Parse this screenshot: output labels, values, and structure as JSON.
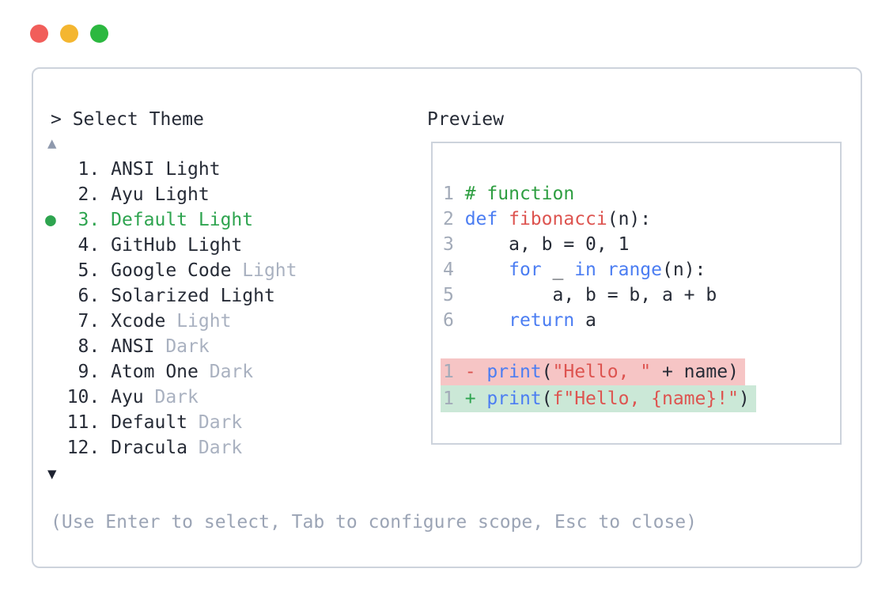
{
  "window": {
    "title": "> Select Theme",
    "preview_label": "Preview",
    "scroll_up_icon": "▲",
    "scroll_down_icon": "▼",
    "footer_hint": "(Use Enter to select, Tab to configure scope, Esc to close)"
  },
  "traffic_lights": {
    "close": "#f15e5a",
    "minimize": "#f4b630",
    "zoom": "#2cb840"
  },
  "colors": {
    "text_main": "#262b36",
    "text_gray": "#a9b1c0",
    "selected_green": "#2ea44f",
    "keyword_blue": "#4b7df2",
    "string_red": "#dd5450",
    "comment_green": "#2e9e41",
    "diff_removed_bg": "#f6c5c5",
    "diff_added_bg": "#cbe8d7",
    "border": "#cdd3dc"
  },
  "theme_list": {
    "selected_number": "3.",
    "selected_marker": "●",
    "items": [
      {
        "number": "1.",
        "name": "ANSI Light",
        "suffix": "",
        "selected": false
      },
      {
        "number": "2.",
        "name": "Ayu Light",
        "suffix": "",
        "selected": false
      },
      {
        "number": "3.",
        "name": "Default Light",
        "suffix": "",
        "selected": true
      },
      {
        "number": "4.",
        "name": "GitHub Light",
        "suffix": "",
        "selected": false
      },
      {
        "number": "5.",
        "name": "Google Code",
        "suffix": "Light",
        "selected": false
      },
      {
        "number": "6.",
        "name": "Solarized Light",
        "suffix": "",
        "selected": false
      },
      {
        "number": "7.",
        "name": "Xcode",
        "suffix": "Light",
        "selected": false
      },
      {
        "number": "8.",
        "name": "ANSI",
        "suffix": "Dark",
        "selected": false
      },
      {
        "number": "9.",
        "name": "Atom One",
        "suffix": "Dark",
        "selected": false
      },
      {
        "number": "10.",
        "name": "Ayu",
        "suffix": "Dark",
        "selected": false
      },
      {
        "number": "11.",
        "name": "Default",
        "suffix": "Dark",
        "selected": false
      },
      {
        "number": "12.",
        "name": "Dracula",
        "suffix": "Dark",
        "selected": false
      }
    ]
  },
  "preview": {
    "code_lines": [
      {
        "num": "1",
        "tokens": [
          {
            "t": "# function",
            "c": "comment"
          }
        ]
      },
      {
        "num": "2",
        "tokens": [
          {
            "t": "def",
            "c": "keyword"
          },
          {
            "t": " ",
            "c": "plain"
          },
          {
            "t": "fibonacci",
            "c": "func"
          },
          {
            "t": "(n):",
            "c": "plain"
          }
        ]
      },
      {
        "num": "3",
        "tokens": [
          {
            "t": "    a, b = 0, 1",
            "c": "plain"
          }
        ]
      },
      {
        "num": "4",
        "tokens": [
          {
            "t": "    ",
            "c": "plain"
          },
          {
            "t": "for",
            "c": "keyword"
          },
          {
            "t": " _ ",
            "c": "plain"
          },
          {
            "t": "in",
            "c": "keyword"
          },
          {
            "t": " ",
            "c": "plain"
          },
          {
            "t": "range",
            "c": "keyword"
          },
          {
            "t": "(n):",
            "c": "plain"
          }
        ]
      },
      {
        "num": "5",
        "tokens": [
          {
            "t": "        a, b = b, a + b",
            "c": "plain"
          }
        ]
      },
      {
        "num": "6",
        "tokens": [
          {
            "t": "    ",
            "c": "plain"
          },
          {
            "t": "return",
            "c": "keyword"
          },
          {
            "t": " a",
            "c": "plain"
          }
        ]
      }
    ],
    "diff_lines": [
      {
        "num": "1",
        "sign": "-",
        "bg": "removed",
        "tokens": [
          {
            "t": "print",
            "c": "keyword"
          },
          {
            "t": "(",
            "c": "plain"
          },
          {
            "t": "\"Hello, \"",
            "c": "string"
          },
          {
            "t": " + name)",
            "c": "plain"
          }
        ]
      },
      {
        "num": "1",
        "sign": "+",
        "bg": "added",
        "tokens": [
          {
            "t": "print",
            "c": "keyword"
          },
          {
            "t": "(",
            "c": "plain"
          },
          {
            "t": "f\"Hello, {name}!\"",
            "c": "string"
          },
          {
            "t": ")",
            "c": "plain"
          }
        ]
      }
    ]
  }
}
